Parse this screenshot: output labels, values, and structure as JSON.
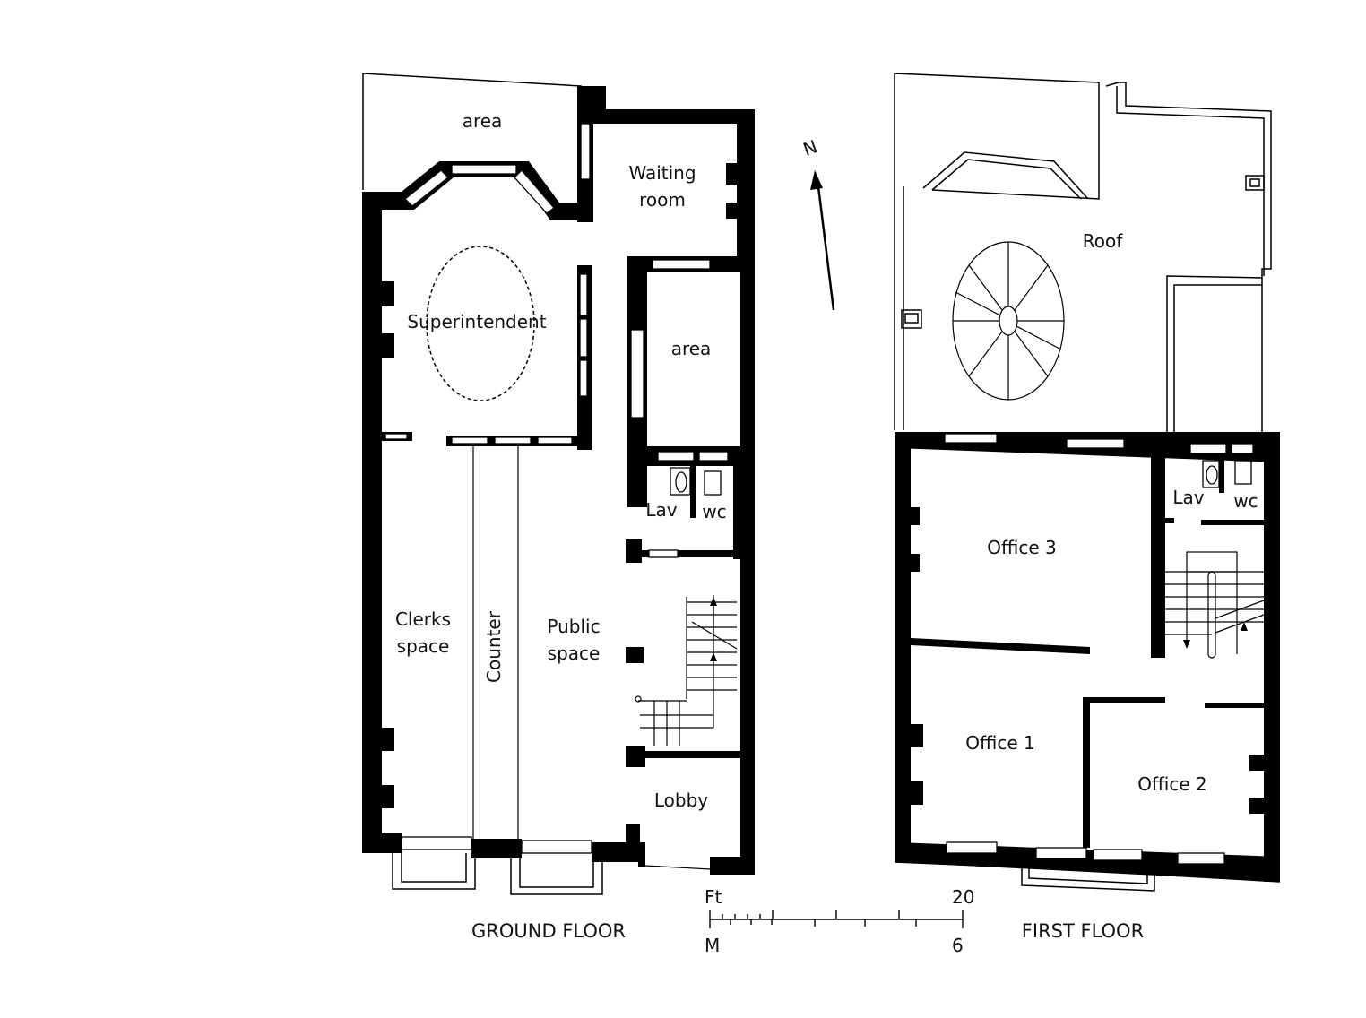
{
  "ground_floor": {
    "caption": "GROUND FLOOR",
    "rooms": {
      "area_top": "area",
      "waiting_1": "Waiting",
      "waiting_2": "room",
      "superintendent": "Superintendent",
      "area_mid": "area",
      "lav": "Lav",
      "wc": "wc",
      "clerks_1": "Clerks",
      "clerks_2": "space",
      "counter": "Counter",
      "public_1": "Public",
      "public_2": "space",
      "lobby": "Lobby"
    }
  },
  "first_floor": {
    "caption": "FIRST FLOOR",
    "rooms": {
      "roof": "Roof",
      "lav": "Lav",
      "wc": "wc",
      "office3": "Office 3",
      "office1": "Office 1",
      "office2": "Office 2"
    }
  },
  "north": {
    "label": "N"
  },
  "scale": {
    "ft_label": "Ft",
    "ft_max": "20",
    "m_label": "M",
    "m_max": "6"
  }
}
